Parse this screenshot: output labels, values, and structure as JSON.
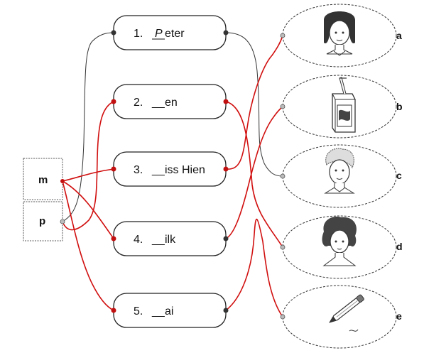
{
  "letters": [
    {
      "label": "m"
    },
    {
      "label": "p"
    }
  ],
  "words": [
    {
      "number": "1.",
      "first": "P",
      "rest": "eter",
      "filled": true
    },
    {
      "number": "2.",
      "blank": "__",
      "rest": "en"
    },
    {
      "number": "3.",
      "blank": "__",
      "rest": "iss Hien"
    },
    {
      "number": "4.",
      "blank": "__",
      "rest": "ilk"
    },
    {
      "number": "5.",
      "blank": "__",
      "rest": "ai"
    }
  ],
  "pictures": [
    {
      "label": "a",
      "icon": "girl-portrait-icon"
    },
    {
      "label": "b",
      "icon": "milk-carton-icon"
    },
    {
      "label": "c",
      "icon": "boy-portrait-icon"
    },
    {
      "label": "d",
      "icon": "woman-portrait-icon"
    },
    {
      "label": "e",
      "icon": "pen-icon"
    }
  ],
  "colors": {
    "pen": "#d10f0f",
    "ink": "#222222"
  }
}
